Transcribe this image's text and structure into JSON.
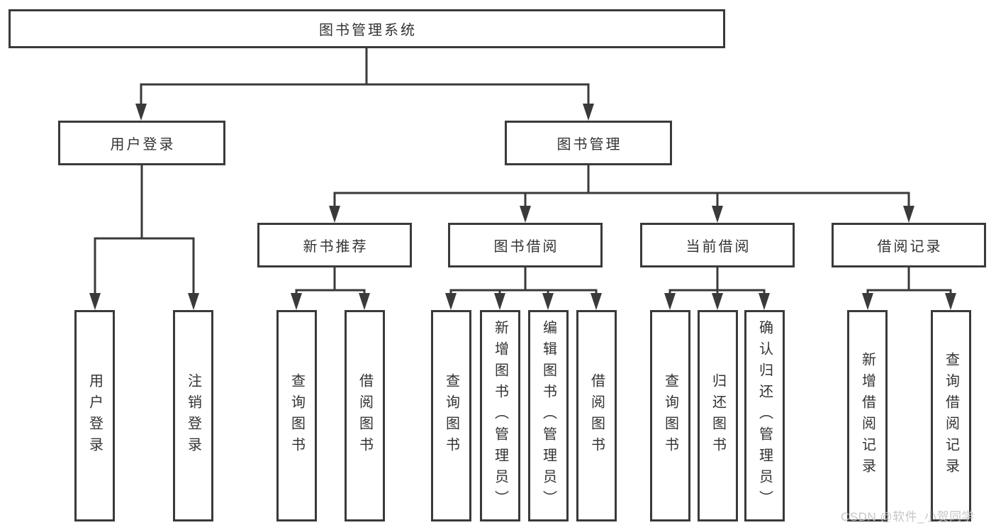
{
  "tree": {
    "root": "图书管理系统",
    "children": [
      {
        "label": "用户登录",
        "children": [
          "用户登录",
          "注销登录"
        ]
      },
      {
        "label": "图书管理",
        "children": [
          {
            "label": "新书推荐",
            "children": [
              "查询图书",
              "借阅图书"
            ]
          },
          {
            "label": "图书借阅",
            "children": [
              "查询图书",
              "新增图书（管理员）",
              "编辑图书（管理员）",
              "借阅图书"
            ]
          },
          {
            "label": "当前借阅",
            "children": [
              "查询图书",
              "归还图书",
              "确认归还（管理员）"
            ]
          },
          {
            "label": "借阅记录",
            "children": [
              "新增借阅记录",
              "查询借阅记录"
            ]
          }
        ]
      }
    ]
  },
  "watermark": "CSDN @软件_小贺同学",
  "colors": {
    "line": "#3a3a3a",
    "text": "#333333",
    "watermark": "#c3c3c3",
    "background": "#ffffff"
  }
}
